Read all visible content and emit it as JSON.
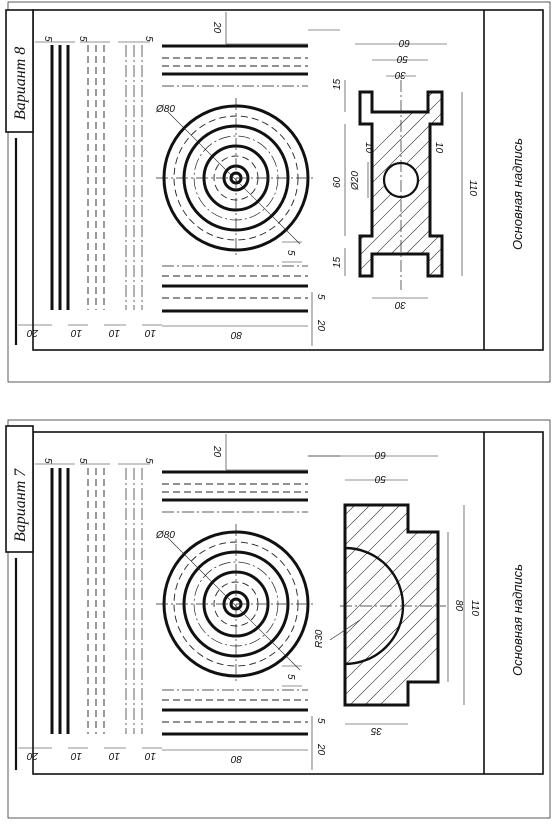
{
  "sheets": [
    {
      "variant_title": "Вариант 8",
      "stamp_label": "Основная надпись",
      "line_samples_dims": [
        "5",
        "5",
        "5",
        "20",
        "10",
        "10",
        "10"
      ],
      "circle_dims": {
        "diameter": "Ø80",
        "step": "5"
      },
      "edge_dims": {
        "top": "20",
        "bottom_gap": "5",
        "bottom": "20",
        "length": "80"
      },
      "part_dims": {
        "top_overall": "60",
        "top_inner": "50",
        "top_neck": "30",
        "flange_top": "15",
        "middle": "60",
        "flange_bottom": "15",
        "hole": "Ø20",
        "overall": "110",
        "wall_left": "10",
        "wall_right": "10",
        "bottom_neck": "30"
      }
    },
    {
      "variant_title": "Вариант 7",
      "stamp_label": "Основная надпись",
      "line_samples_dims": [
        "5",
        "5",
        "5",
        "20",
        "10",
        "10",
        "10"
      ],
      "circle_dims": {
        "diameter": "Ø80",
        "step": "5"
      },
      "edge_dims": {
        "top": "20",
        "bottom_gap": "5",
        "bottom": "20",
        "length": "80"
      },
      "part_dims": {
        "top_overall": "60",
        "top_inner": "50",
        "radius": "R30",
        "inner_height": "80",
        "overall": "110",
        "bottom": "35"
      }
    }
  ]
}
